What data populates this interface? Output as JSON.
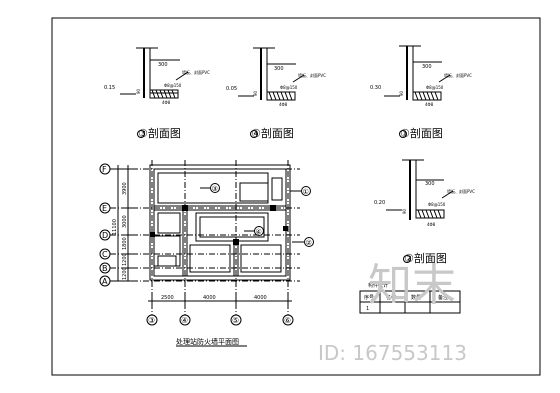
{
  "sections": [
    {
      "title": "③剖面图",
      "dim_top": "300",
      "dim_side": "90",
      "level": "0.15",
      "note": "墙板、封面PVC",
      "rebar": "Φ8@150",
      "bars": "4Φ8"
    },
    {
      "title": "④剖面图",
      "dim_top": "300",
      "dim_side": "90",
      "level": "0.05",
      "note": "墙板、封面PVC",
      "rebar": "Φ8@150",
      "bars": "4Φ8"
    },
    {
      "title": "①剖面图",
      "dim_top": "300",
      "dim_side": "90",
      "level": "0.30",
      "note": "墙板、封面PVC",
      "rebar": "Φ8@150",
      "bars": "4Φ8"
    },
    {
      "title": "②剖面图",
      "dim_top": "300",
      "dim_side": "90",
      "level": "0.20",
      "note": "墙板、封面PVC",
      "rebar": "Φ8@150",
      "bars": "4Φ8"
    }
  ],
  "plan": {
    "title": "处理站防火墙平面图",
    "row_axes": [
      "F",
      "E",
      "D",
      "C",
      "B",
      "A"
    ],
    "col_axes": [
      "③",
      "④",
      "⑤",
      "⑥"
    ],
    "row_dims": [
      "3900",
      "3000",
      "1800",
      "1200",
      "1200"
    ],
    "row_total": "11100",
    "col_dims": [
      "2500",
      "4000",
      "4000"
    ],
    "callouts": [
      "③",
      "④",
      "①",
      "②"
    ]
  },
  "table": {
    "title": "构件统计",
    "headers": [
      "序号",
      "名称",
      "数量",
      "备注"
    ],
    "row": [
      "1",
      "",
      "",
      ""
    ]
  },
  "watermark": {
    "logo": "知末",
    "id": "ID: 167553113"
  }
}
